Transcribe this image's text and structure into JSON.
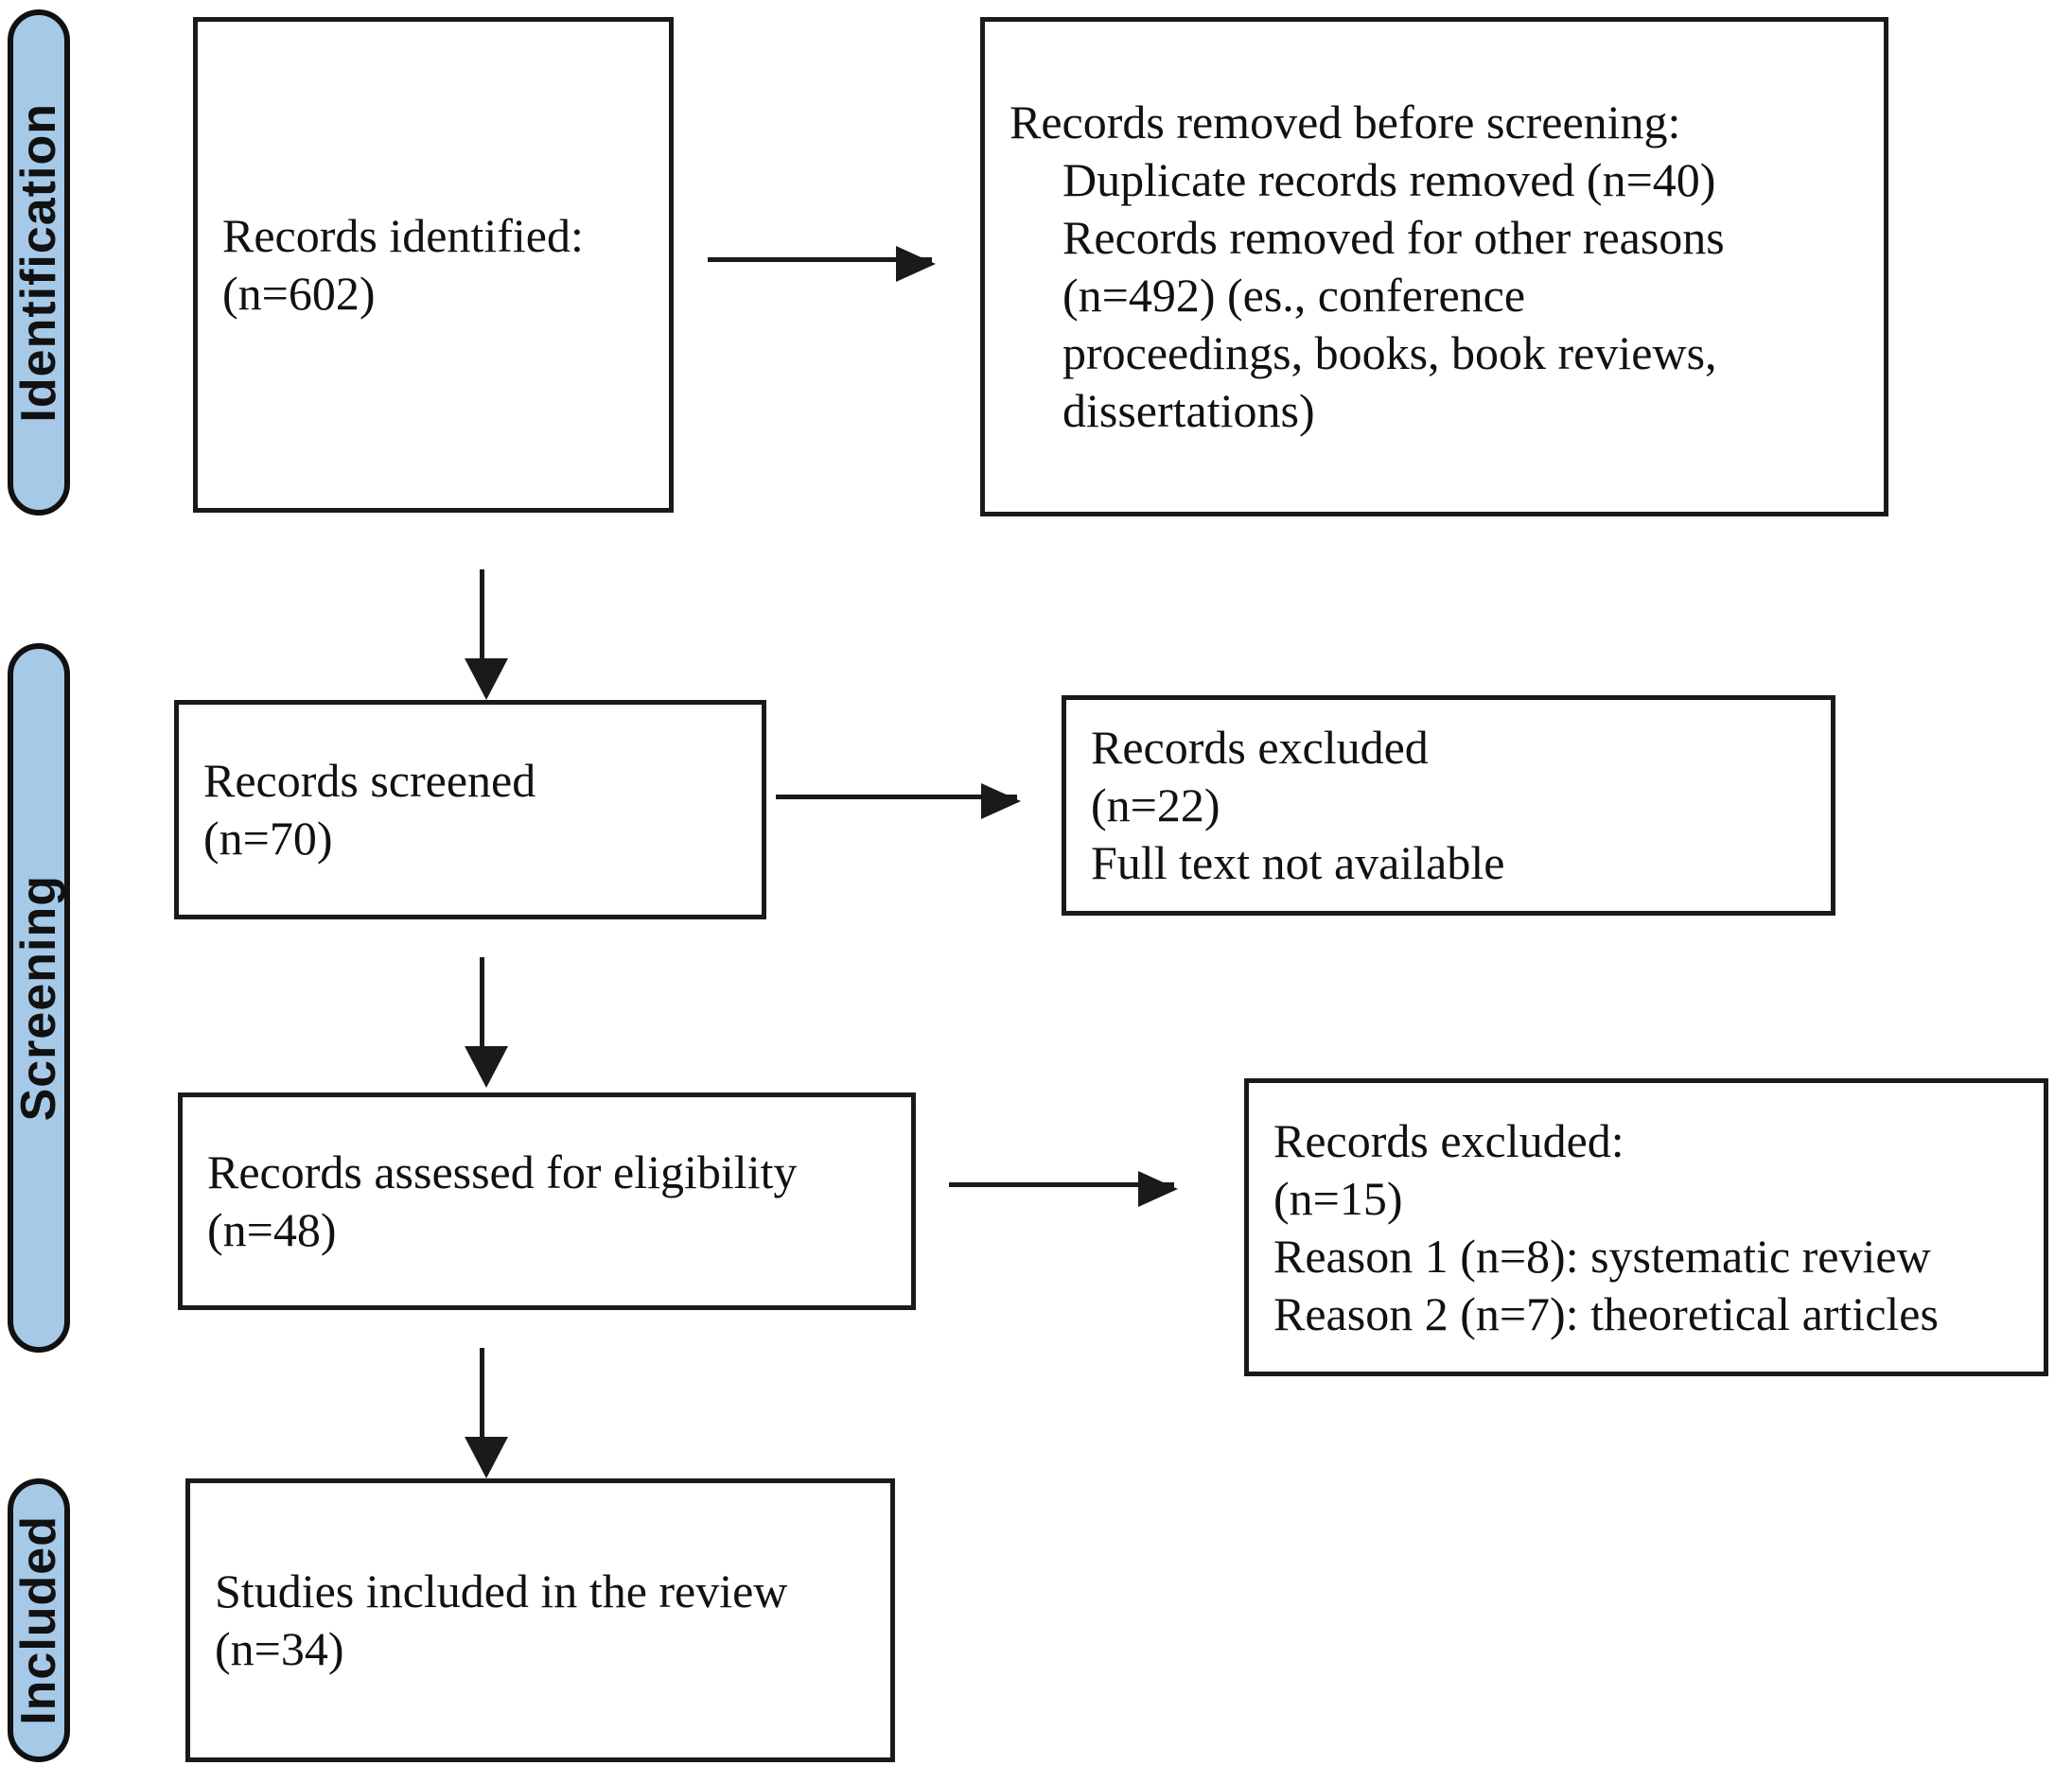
{
  "diagram": {
    "type": "prisma-flow-diagram",
    "accent_color": "#a6c9e8",
    "border_color": "#1a1a1a",
    "background_color": "#ffffff"
  },
  "stages": [
    {
      "id": "identification",
      "label": "Identification"
    },
    {
      "id": "screening",
      "label": "Screening"
    },
    {
      "id": "included",
      "label": "Included"
    }
  ],
  "boxes": {
    "records_identified": {
      "lines": [
        "Records identified:",
        "(n=602)"
      ],
      "count": 602
    },
    "records_removed": {
      "lines": [
        "Records removed before screening:",
        "Duplicate records removed (n=40)",
        "Records removed for other reasons",
        "(n=492) (es., conference",
        "proceedings, books, book reviews,",
        "dissertations)"
      ],
      "duplicates_removed": 40,
      "other_reasons_removed": 492
    },
    "records_screened": {
      "lines": [
        "Records screened",
        "(n=70)"
      ],
      "count": 70
    },
    "records_excluded_screening": {
      "lines": [
        "Records excluded",
        "(n=22)",
        "Full text not available"
      ],
      "count": 22
    },
    "records_assessed": {
      "lines": [
        "Records assessed for eligibility",
        "(n=48)"
      ],
      "count": 48
    },
    "records_excluded_eligibility": {
      "lines": [
        "Records excluded:",
        "(n=15)",
        "Reason 1 (n=8): systematic review",
        "Reason 2 (n=7): theoretical articles"
      ],
      "count": 15,
      "reason_1_count": 8,
      "reason_2_count": 7
    },
    "studies_included": {
      "lines": [
        "Studies included in the review",
        "(n=34)"
      ],
      "count": 34
    }
  },
  "arrows": [
    {
      "id": "identified-to-removed",
      "direction": "right"
    },
    {
      "id": "identified-to-screened",
      "direction": "down"
    },
    {
      "id": "screened-to-excluded",
      "direction": "right"
    },
    {
      "id": "screened-to-assessed",
      "direction": "down"
    },
    {
      "id": "assessed-to-excluded",
      "direction": "right"
    },
    {
      "id": "assessed-to-included",
      "direction": "down"
    }
  ]
}
